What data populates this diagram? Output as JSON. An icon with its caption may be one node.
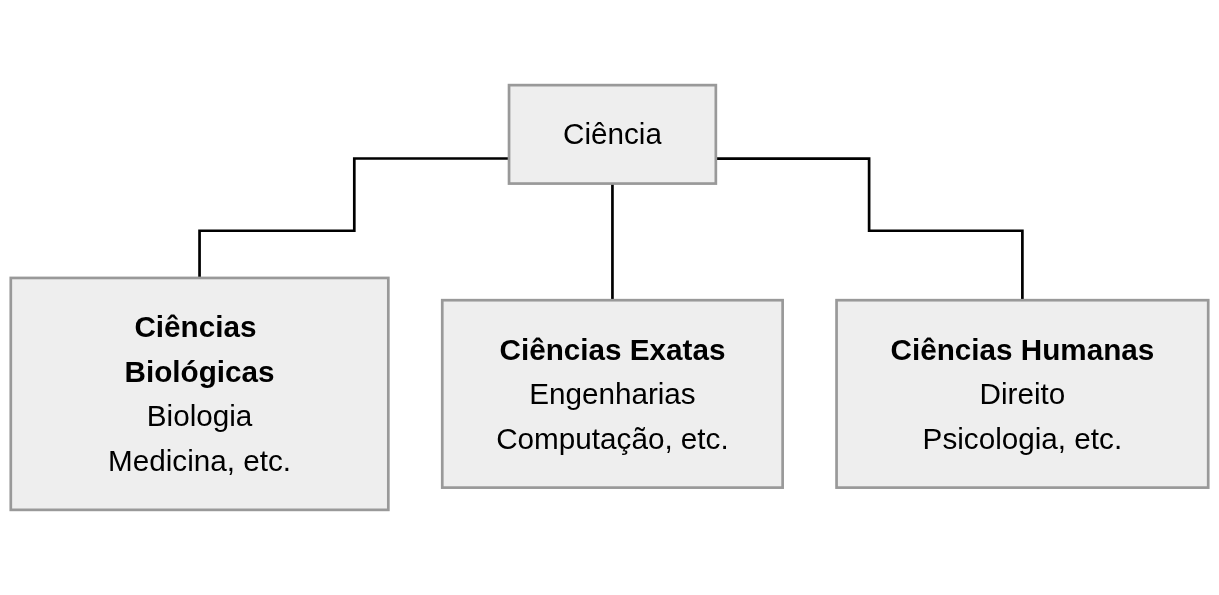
{
  "diagram": {
    "nodes": [
      {
        "text": [
          "Ciência"
        ]
      },
      {
        "text": [
          "Ciências Biológicas",
          "Biologia",
          "Medicina, etc."
        ]
      },
      {
        "text": [
          "Ciências Exatas",
          "Engenharias",
          "Computação, etc."
        ]
      },
      {
        "text": [
          "Ciências Humanas",
          "Direito",
          "Psicologia, etc."
        ]
      }
    ],
    "edges": [
      {
        "from": 0,
        "to": 1,
        "arrow": "none"
      },
      {
        "from": 0,
        "to": 2,
        "arrow": "none"
      },
      {
        "from": 0,
        "to": 3,
        "arrow": "none"
      }
    ]
  }
}
